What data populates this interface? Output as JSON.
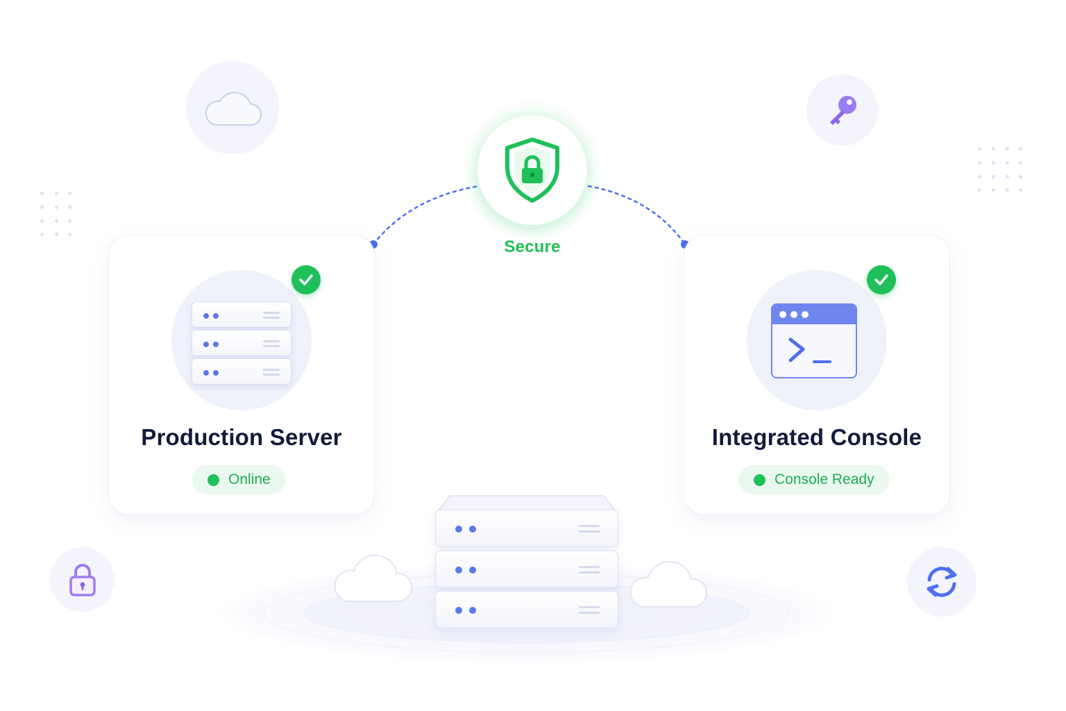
{
  "colors": {
    "accent_green": "#1fc05a",
    "accent_blue": "#5b78ea",
    "accent_purple": "#9b7cf0",
    "title_text": "#131a3a"
  },
  "secure": {
    "label": "Secure",
    "icon": "shield-lock-icon"
  },
  "cards": {
    "left": {
      "title": "Production Server",
      "status": "Online",
      "icon": "server-rack-icon"
    },
    "right": {
      "title": "Integrated Console",
      "status": "Console Ready",
      "icon": "terminal-window-icon"
    }
  },
  "decorations": {
    "top_left": "cloud-icon",
    "top_right": "key-icon",
    "bottom_left": "padlock-icon",
    "bottom_right": "refresh-icon"
  }
}
